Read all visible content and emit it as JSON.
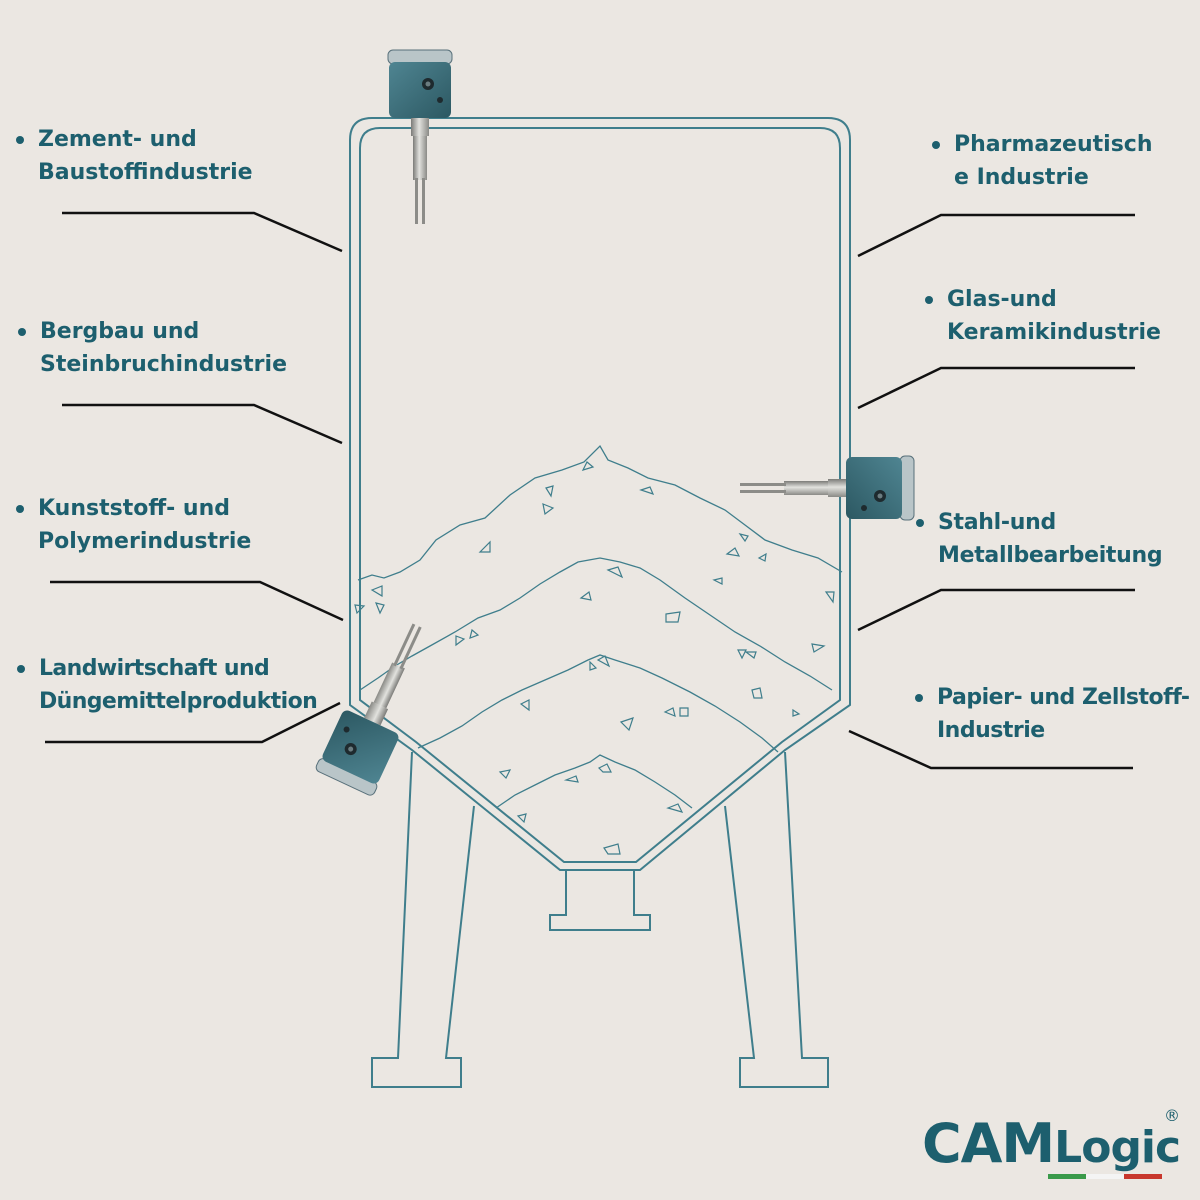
{
  "labels": {
    "left": [
      {
        "lines": [
          "Zement- und",
          "Baustoffindustrie"
        ]
      },
      {
        "lines": [
          "Bergbau und",
          "Steinbruchindustrie"
        ]
      },
      {
        "lines": [
          "Kunststoff- und",
          "Polymerindustrie"
        ]
      },
      {
        "lines": [
          "Landwirtschaft und",
          "Düngemittelproduktion"
        ]
      }
    ],
    "right": [
      {
        "lines": [
          "Pharmazeutisch",
          "e Industrie"
        ]
      },
      {
        "lines": [
          "Glas-und",
          "Keramikindustrie"
        ]
      },
      {
        "lines": [
          "Stahl-und",
          "Metallbearbeitung"
        ]
      },
      {
        "lines": [
          "Papier- und Zellstoff-",
          "Industrie"
        ]
      }
    ]
  },
  "logo": {
    "cam": "CAM",
    "logic": "Logic",
    "registered": "®"
  },
  "colors": {
    "background": "#ebe7e2",
    "text": "#1d5f6e",
    "outline": "#3f7e8c",
    "leader": "#111111",
    "sensor_housing": "#3b6e7a",
    "flag_green": "#3a9a4a",
    "flag_white": "#f4f4f4",
    "flag_red": "#c8372d"
  },
  "icons": [
    "level-sensor-icon"
  ]
}
